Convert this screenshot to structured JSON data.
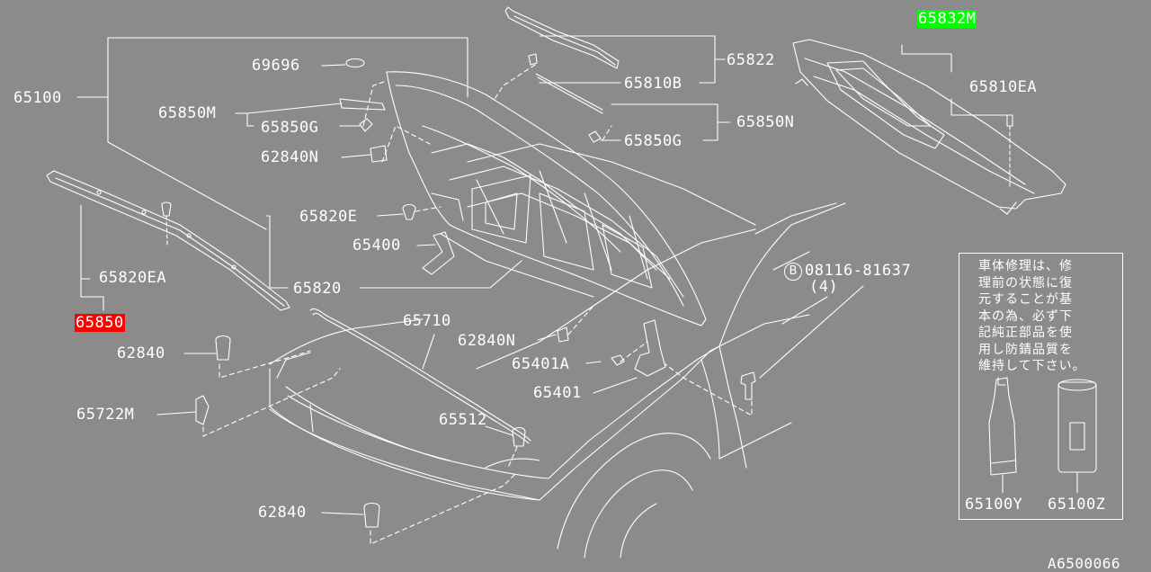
{
  "diagram": {
    "labels": {
      "p65832M": "65832M",
      "p65822": "65822",
      "p65810B": "65810B",
      "p65810EA": "65810EA",
      "p69696": "69696",
      "p65100": "65100",
      "p65850M": "65850M",
      "p65850G_left": "65850G",
      "p65850N": "65850N",
      "p65850G_right": "65850G",
      "p62840N_top": "62840N",
      "p65820E": "65820E",
      "p65400": "65400",
      "p65820EA": "65820EA",
      "p65820": "65820",
      "p65850": "65850",
      "p08116": "08116-81637",
      "p08116_qty": "(4)",
      "p08116_prefix": "B",
      "p65710": "65710",
      "p62840N_mid": "62840N",
      "p62840_a": "62840",
      "p65401A": "65401A",
      "p65401": "65401",
      "p65722M": "65722M",
      "p65512": "65512",
      "p62840_b": "62840",
      "p65100Y": "65100Y",
      "p65100Z": "65100Z"
    },
    "note_text": "車体修理は、修\n理前の状態に復\n元することが基\n本の為、必ず下\n記純正部品を使\n用し防錆品質を\n維持して下さい。",
    "diagram_code": "A6500066",
    "colors": {
      "background": "#8b8b8b",
      "line": "#ffffff",
      "highlight_green": "#00ff00",
      "highlight_red": "#ff0000"
    }
  }
}
